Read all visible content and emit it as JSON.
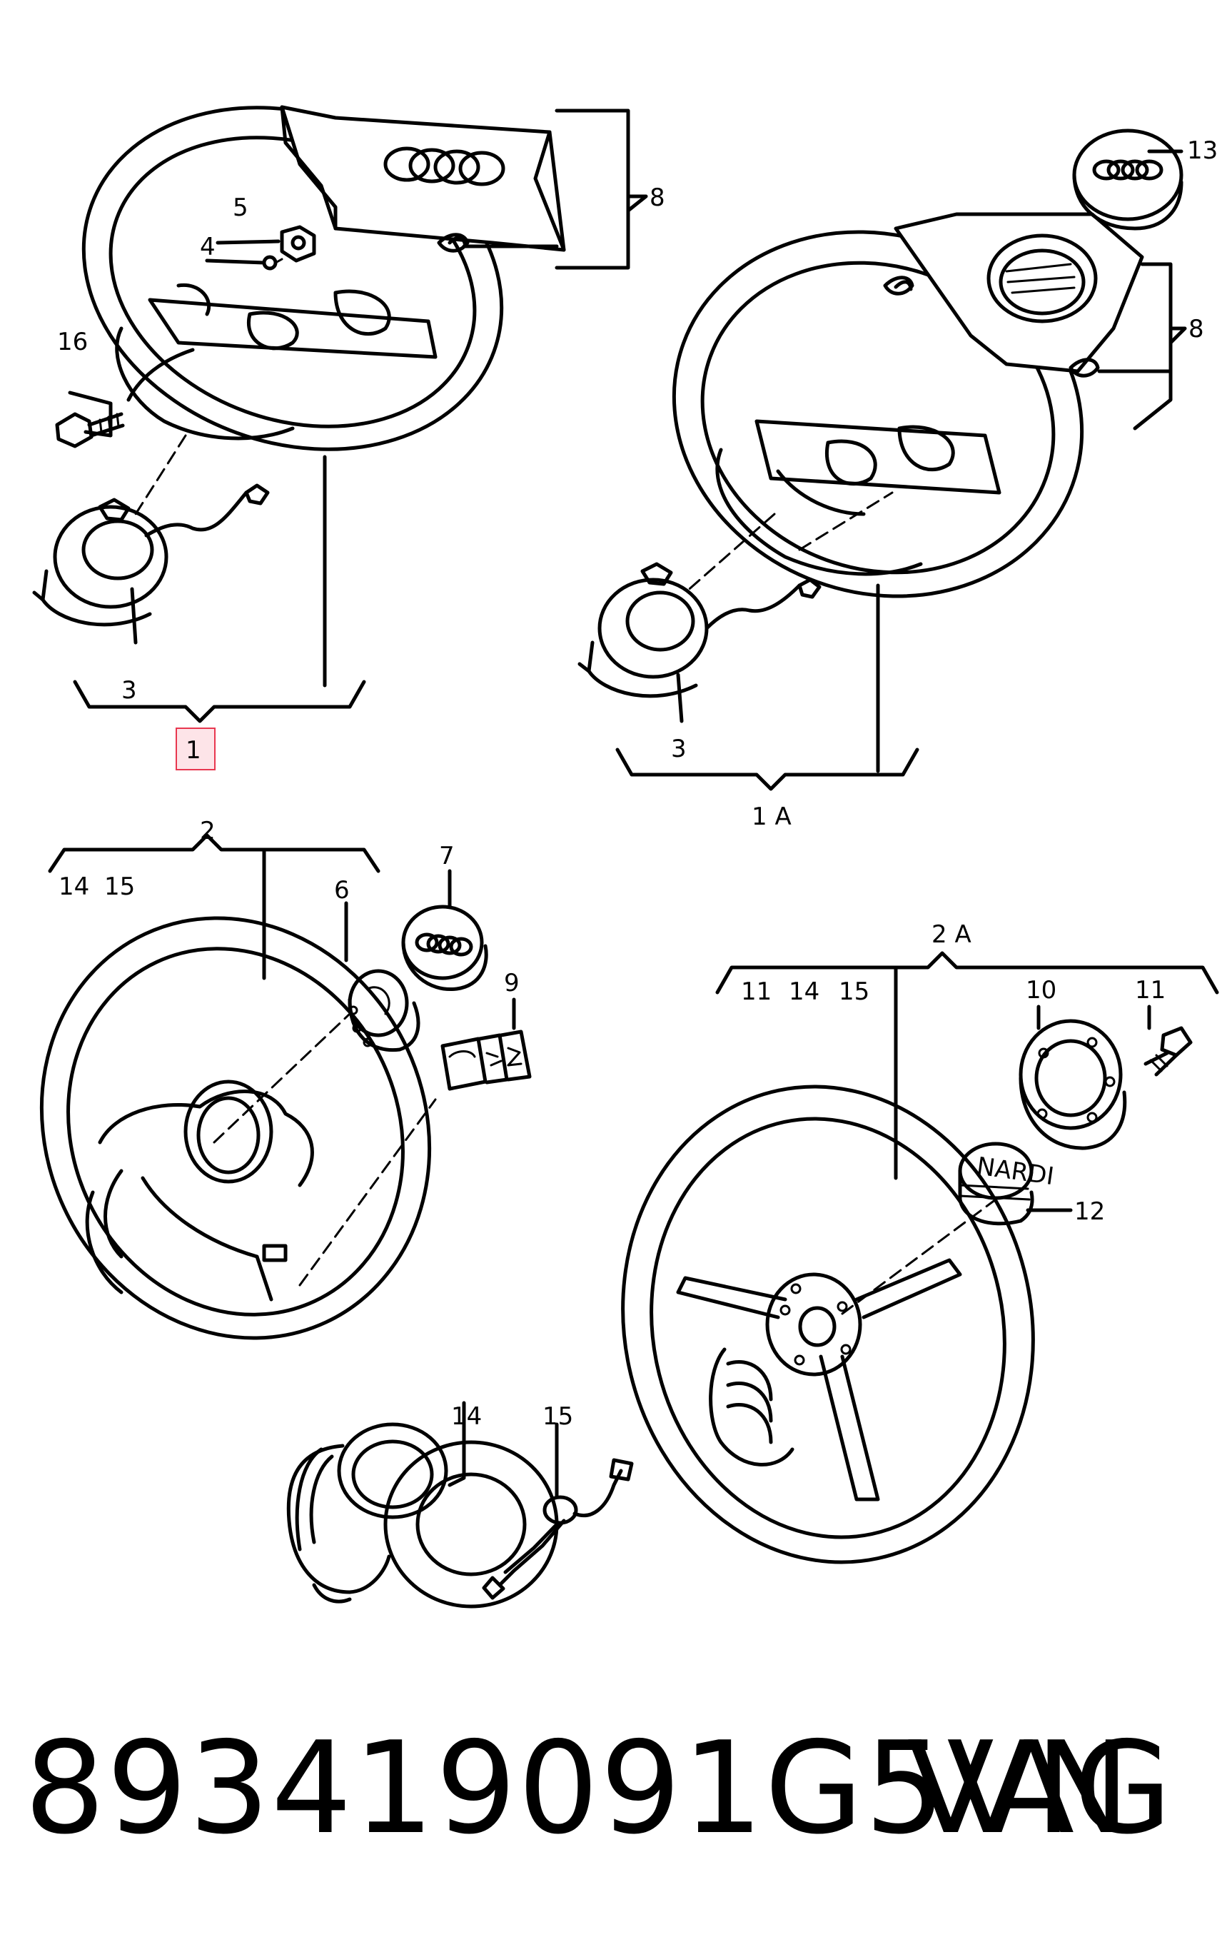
{
  "diagram": {
    "callouts": {
      "c1": "1",
      "c1A": "1 A",
      "c2": "2",
      "c2A": "2 A",
      "c3a": "3",
      "c3b": "3",
      "c4": "4",
      "c5": "5",
      "c6": "6",
      "c7": "7",
      "c8a": "8",
      "c8b": "8",
      "c9": "9",
      "c10": "10",
      "c11a": "11",
      "c11b": "11",
      "c12": "12",
      "c13": "13",
      "c14a": "14",
      "c14b": "14",
      "c14c": "14",
      "c15a": "15",
      "c15b": "15",
      "c15c": "15",
      "c16": "16"
    },
    "badge_text": "NARDI",
    "highlight_color": "#e8374f"
  },
  "footer": {
    "part_number": "893419091G5VN",
    "brand": "VAG"
  }
}
